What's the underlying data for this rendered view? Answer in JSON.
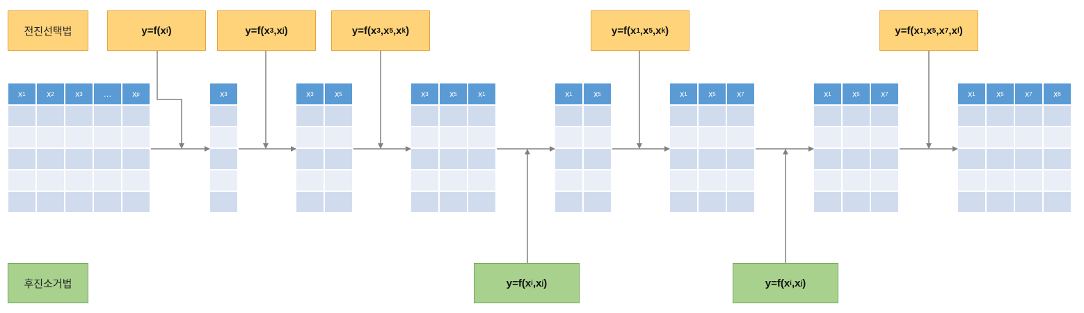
{
  "method_labels": {
    "forward": "전진선택법",
    "backward": "후진소거법"
  },
  "colors": {
    "forward_fill": "#ffd37a",
    "forward_border": "#e8a33c",
    "backward_fill": "#a9d18e",
    "backward_border": "#6fa557",
    "table_header": "#5b9bd5",
    "row_dark": "#d0dcee",
    "row_light": "#e9eef7",
    "arrow": "#808080"
  },
  "tables": [
    {
      "columns": [
        [
          "x",
          "1"
        ],
        [
          "x",
          "2"
        ],
        [
          "x",
          "3"
        ],
        [
          "…",
          ""
        ],
        [
          "x",
          "p"
        ]
      ]
    },
    {
      "columns": [
        [
          "x",
          "3"
        ]
      ]
    },
    {
      "columns": [
        [
          "x",
          "3"
        ],
        [
          "x",
          "5"
        ]
      ]
    },
    {
      "columns": [
        [
          "x",
          "3"
        ],
        [
          "x",
          "5"
        ],
        [
          "x",
          "1"
        ]
      ]
    },
    {
      "columns": [
        [
          "x",
          "1"
        ],
        [
          "x",
          "5"
        ]
      ]
    },
    {
      "columns": [
        [
          "x",
          "1"
        ],
        [
          "x",
          "5"
        ],
        [
          "x",
          "7"
        ]
      ]
    },
    {
      "columns": [
        [
          "x",
          "1"
        ],
        [
          "x",
          "5"
        ],
        [
          "x",
          "7"
        ]
      ]
    },
    {
      "columns": [
        [
          "x",
          "1"
        ],
        [
          "x",
          "5"
        ],
        [
          "x",
          "7"
        ],
        [
          "x",
          "6"
        ]
      ]
    }
  ],
  "forward_formulas": [
    {
      "prefix": "y=f(",
      "args": [
        [
          "x",
          "i"
        ]
      ]
    },
    {
      "prefix": "y=f(",
      "args": [
        [
          "x",
          "3"
        ],
        [
          "x",
          "j"
        ]
      ]
    },
    {
      "prefix": "y=f(",
      "args": [
        [
          "x",
          "3"
        ],
        [
          "x",
          "5"
        ],
        [
          "x",
          "k"
        ]
      ]
    },
    {
      "prefix": "y=f(",
      "args": [
        [
          "x",
          "1"
        ],
        [
          "x",
          "5"
        ],
        [
          "x",
          "k"
        ]
      ]
    },
    {
      "prefix": "y=f(",
      "args": [
        [
          "x",
          "1"
        ],
        [
          "x",
          "5"
        ],
        [
          "x",
          "7"
        ],
        [
          "x",
          "l"
        ]
      ]
    }
  ],
  "backward_formulas": [
    {
      "prefix": "y=f(",
      "args": [
        [
          "x",
          "i"
        ],
        [
          "x",
          "j"
        ]
      ]
    },
    {
      "prefix": "y=f(",
      "args": [
        [
          "x",
          "i"
        ],
        [
          "x",
          "j"
        ]
      ]
    }
  ]
}
